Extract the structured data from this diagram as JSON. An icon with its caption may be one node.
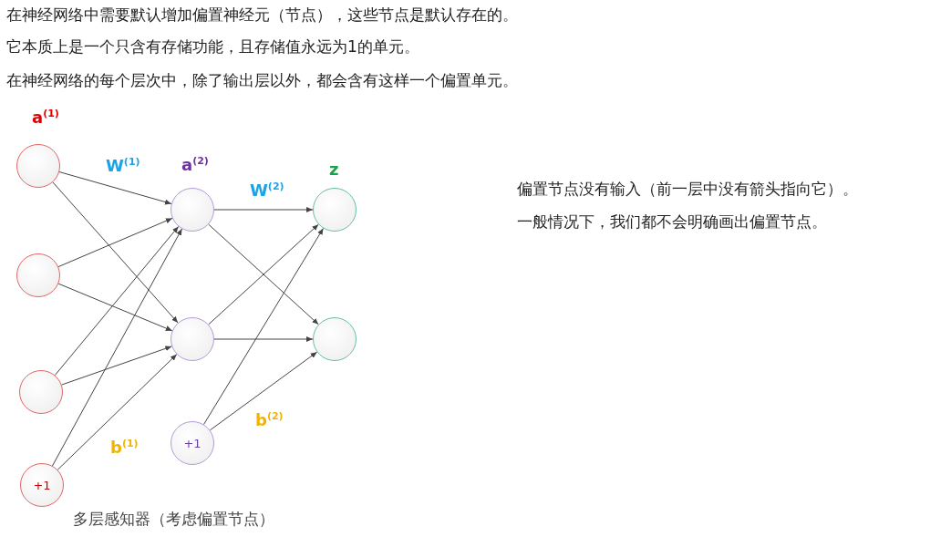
{
  "diagram": {
    "caption": "多层感知器（考虑偏置节点）",
    "nodes": [
      {
        "text": [],
        "shape": "circle"
      },
      {
        "text": [],
        "shape": "circle"
      },
      {
        "text": [],
        "shape": "circle"
      },
      {
        "text": [
          "+1"
        ]
      },
      {
        "text": [],
        "shape": "circle"
      },
      {
        "text": [],
        "shape": "circle"
      },
      {
        "text": [
          "+1"
        ]
      },
      {
        "text": [],
        "shape": "circle"
      },
      {
        "text": [],
        "shape": "circle"
      }
    ],
    "edges": [
      {
        "from": 0,
        "to": 4,
        "arrow": "to"
      },
      {
        "from": 0,
        "to": 5,
        "arrow": "to"
      },
      {
        "from": 1,
        "to": 4,
        "arrow": "to"
      },
      {
        "from": 1,
        "to": 5,
        "arrow": "to"
      },
      {
        "from": 2,
        "to": 4,
        "arrow": "to"
      },
      {
        "from": 2,
        "to": 5,
        "arrow": "to"
      },
      {
        "from": 3,
        "to": 4,
        "arrow": "to"
      },
      {
        "from": 3,
        "to": 5,
        "arrow": "to"
      },
      {
        "from": 4,
        "to": 7,
        "arrow": "to"
      },
      {
        "from": 4,
        "to": 8,
        "arrow": "to"
      },
      {
        "from": 5,
        "to": 7,
        "arrow": "to"
      },
      {
        "from": 5,
        "to": 8,
        "arrow": "to"
      },
      {
        "from": 6,
        "to": 7,
        "arrow": "to"
      },
      {
        "from": 6,
        "to": 8,
        "arrow": "to"
      }
    ],
    "labels": [
      "在神经网络中需要默认增加偏置神经元（节点），这些节点是默认存在的。",
      "它本质上是一个只含有存储功能，且存储值永远为1的单元。",
      "在神经网络的每个层次中，除了输出层以外，都会含有这样一个偏置单元。",
      "a$^{(1)}$",
      "W$^{(1)}$",
      "a$^{(2)}$",
      "z",
      "W$^{(2)}$",
      "偏置节点没有输入（前一层中没有箭头指向它）。",
      "一般情况下，我们都不会明确画出偏置节点。",
      "b$^{(2)}$",
      "b$^{(1)}$"
    ]
  }
}
